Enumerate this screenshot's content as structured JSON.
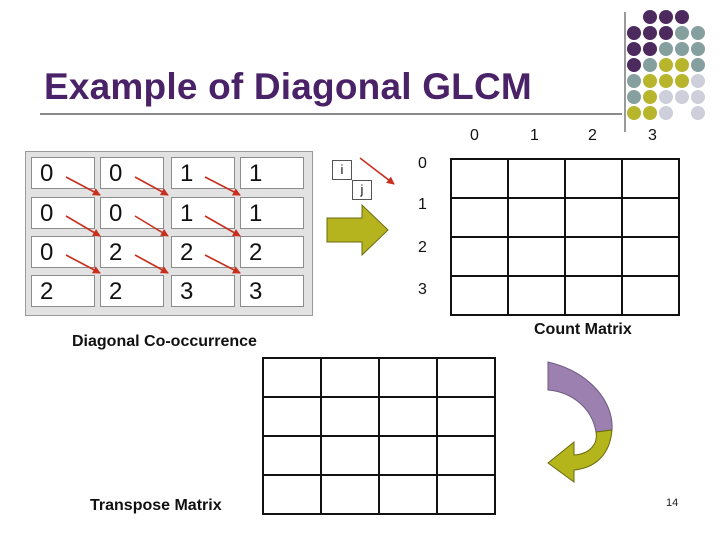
{
  "title": "Example of Diagonal GLCM",
  "image_matrix": [
    [
      "0",
      "0",
      "1",
      "1"
    ],
    [
      "0",
      "0",
      "1",
      "1"
    ],
    [
      "0",
      "2",
      "2",
      "2"
    ],
    [
      "2",
      "2",
      "3",
      "3"
    ]
  ],
  "key": {
    "i": "i",
    "j": "j"
  },
  "count_matrix": {
    "column_headers": [
      "0",
      "1",
      "2",
      "3"
    ],
    "row_headers": [
      "0",
      "1",
      "2",
      "3"
    ],
    "label": "Count Matrix"
  },
  "labels": {
    "diagonal": "Diagonal Co-occurrence",
    "transpose": "Transpose Matrix"
  },
  "page_number": "14",
  "colors": {
    "title": "#4a2268",
    "arrow": "#c8301e",
    "block_arrow": "#b6b41e",
    "curve_top": "#9c80b0",
    "curve_bottom": "#b3b51b",
    "dot_purple": "#4d2a5e",
    "dot_teal": "#86a0a0",
    "dot_olive": "#b7b52c",
    "dot_gray": "#cfcfdc"
  }
}
